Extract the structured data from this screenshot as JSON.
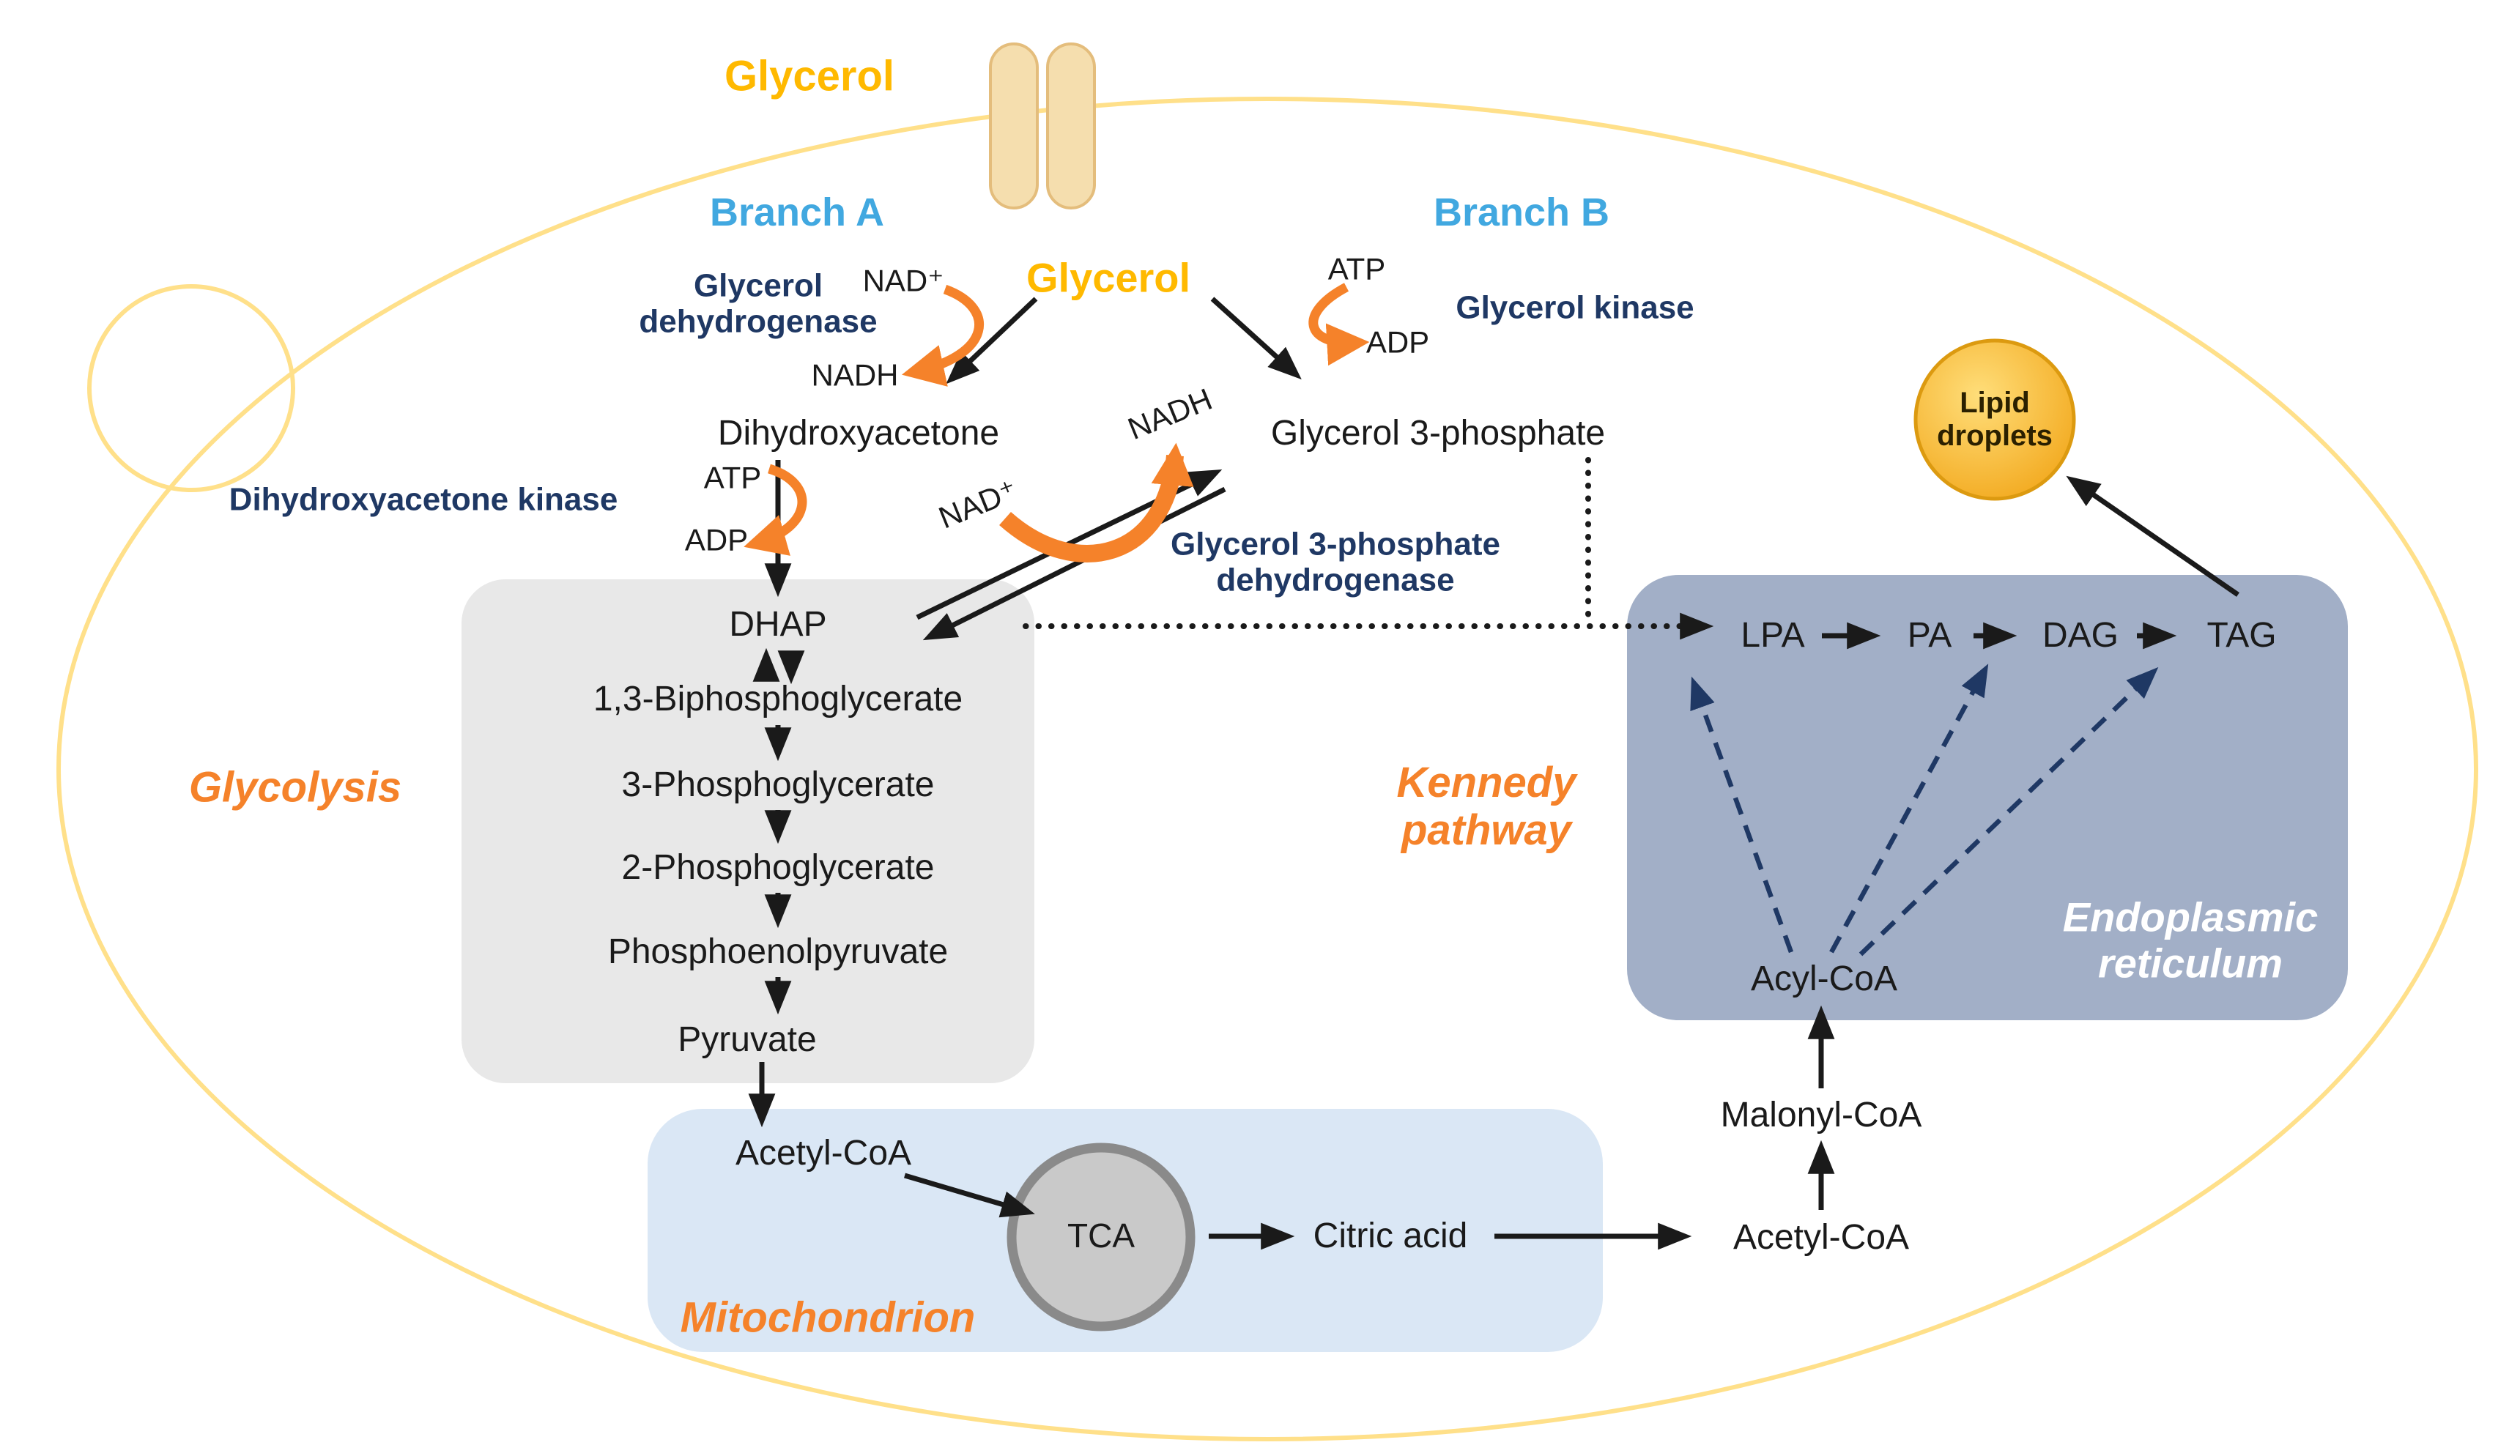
{
  "figure": {
    "type": "metabolic-pathway-diagram",
    "organism_shape": "yeast-cell-with-bud",
    "colors": {
      "gold_text": "#FFB900",
      "orange_accent": "#F5822A",
      "light_blue_text": "#41A8E0",
      "dark_blue_text": "#1F3864",
      "cell_outline": "#FFE08A",
      "glycolysis_box": "#E8E8E8",
      "mitochondrion_box": "#DAE7F5",
      "er_box": "#A2AFC7",
      "tca_circle": "#C9C9C9",
      "lipid_droplet": "#F2A71B",
      "transporter": "#F5DEAE"
    }
  },
  "labels": {
    "glycerol_extracellular": "Glycerol",
    "glycerol_intracellular": "Glycerol",
    "branch_a": "Branch A",
    "branch_b": "Branch B",
    "glycerol_dehydrogenase": "Glycerol\ndehydrogenase",
    "nad_plus_a": "NAD⁺",
    "nadh_a": "NADH",
    "dihydroxyacetone": "Dihydroxyacetone",
    "dihydroxyacetone_kinase": "Dihydroxyacetone kinase",
    "atp_a": "ATP",
    "adp_a": "ADP",
    "atp_b": "ATP",
    "adp_b": "ADP",
    "glycerol_kinase": "Glycerol kinase",
    "glycerol_3_phosphate": "Glycerol 3-phosphate",
    "nad_plus_b": "NAD⁺",
    "nadh_b": "NADH",
    "g3p_dehydrogenase": "Glycerol 3-phosphate\ndehydrogenase",
    "dhap": "DHAP",
    "biphosphoglycerate": "1,3-Biphosphoglycerate",
    "phosphoglycerate_3": "3-Phosphoglycerate",
    "phosphoglycerate_2": "2-Phosphoglycerate",
    "phosphoenolpyruvate": "Phosphoenolpyruvate",
    "pyruvate": "Pyruvate",
    "glycolysis": "Glycolysis",
    "acetyl_coa_mito": "Acetyl-CoA",
    "tca": "TCA",
    "citric_acid": "Citric acid",
    "mitochondrion": "Mitochondrion",
    "acetyl_coa_cyto": "Acetyl-CoA",
    "malonyl_coa": "Malonyl-CoA",
    "acyl_coa": "Acyl-CoA",
    "lpa": "LPA",
    "pa": "PA",
    "dag": "DAG",
    "tag": "TAG",
    "kennedy_pathway": "Kennedy\npathway",
    "endoplasmic_reticulum": "Endoplasmic\nreticulum",
    "lipid_droplets": "Lipid\ndroplets"
  }
}
